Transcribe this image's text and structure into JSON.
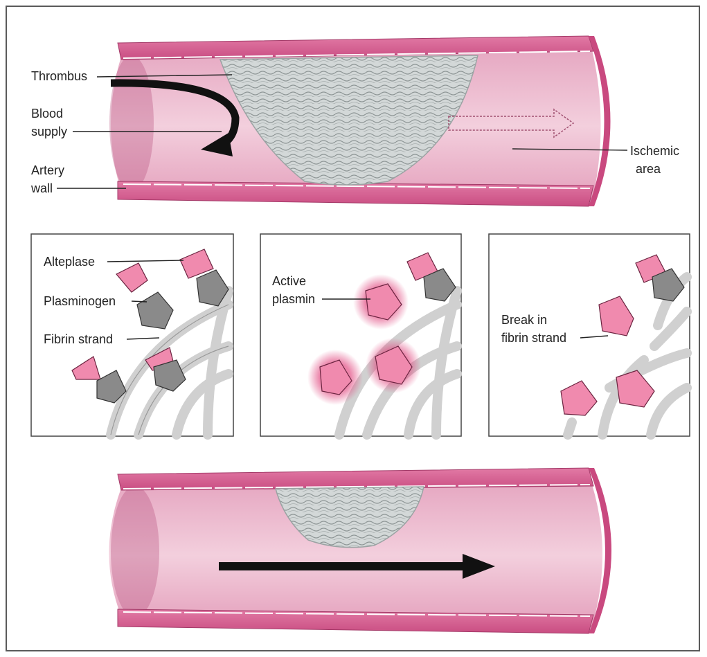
{
  "top_artery": {
    "labels": {
      "thrombus": "Thrombus",
      "blood_supply_1": "Blood",
      "blood_supply_2": "supply",
      "artery_wall_1": "Artery",
      "artery_wall_2": "wall",
      "ischemic_1": "Ischemic",
      "ischemic_2": "area"
    }
  },
  "panels": {
    "panel1": {
      "alteplase": "Alteplase",
      "plasminogen": "Plasminogen",
      "fibrin_strand": "Fibrin strand"
    },
    "panel2": {
      "active_1": "Active",
      "active_2": "plasmin"
    },
    "panel3": {
      "break_1": "Break in",
      "break_2": "fibrin strand"
    }
  },
  "colors": {
    "artery_outer": "#d9588f",
    "artery_inner": "#e8a3bf",
    "artery_lumen": "#f0c3d5",
    "thrombus": "#c9cfcf",
    "strand": "#d4d4d4",
    "molecule_pink": "#f08aae",
    "molecule_gray": "#8a8a8a",
    "glow": "#e0407a"
  }
}
